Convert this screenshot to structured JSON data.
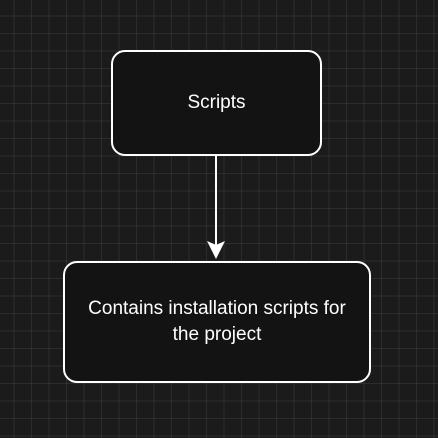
{
  "diagram": {
    "nodes": [
      {
        "id": "scripts",
        "label": "Scripts"
      },
      {
        "id": "description",
        "label": "Contains installation scripts for the project"
      }
    ],
    "edges": [
      {
        "from": "scripts",
        "to": "description"
      }
    ]
  }
}
